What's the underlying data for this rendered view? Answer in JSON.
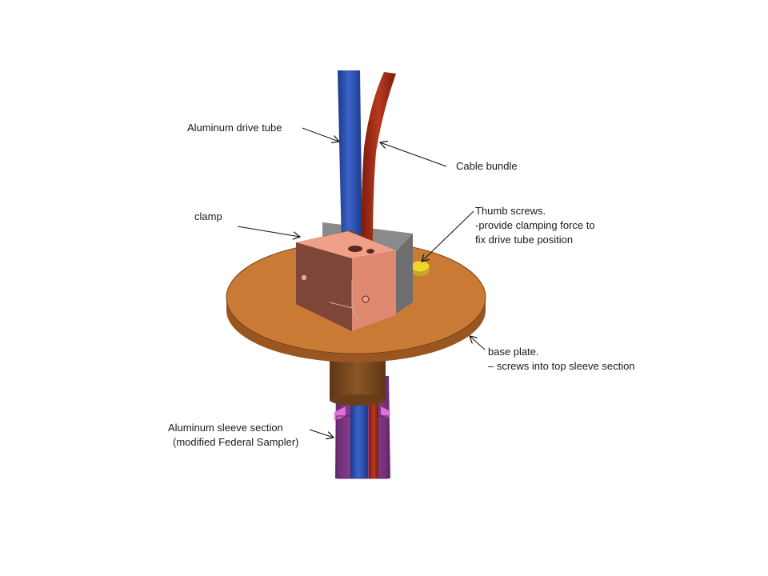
{
  "labels": {
    "drive_tube": "Aluminum drive tube",
    "cable_bundle": "Cable bundle",
    "clamp": "clamp",
    "thumb_screws": {
      "line1": "Thumb screws.",
      "line2": "-provide clamping force to",
      "line3": "fix drive tube position"
    },
    "base_plate": {
      "line1": "base plate.",
      "line2": "– screws into top sleeve section"
    },
    "sleeve": {
      "line1": "Aluminum sleeve section",
      "line2": "(modified Federal Sampler)"
    }
  },
  "colors": {
    "drive_tube": "#2a4fb0",
    "cable_bundle": "#a02a14",
    "clamp": "#e8957a",
    "clamp_shadow": "#8a4a38",
    "base_plate": "#c97a35",
    "sleeve": "#8a3f8c",
    "collar": "#7a4a20",
    "thumb_screw": "#f1d32c",
    "backing_block": "#6e6e6e"
  },
  "icons": {
    "axis_triad": "coordinate-axes-icon",
    "clamp_holes": "bolt-hole-icon"
  }
}
